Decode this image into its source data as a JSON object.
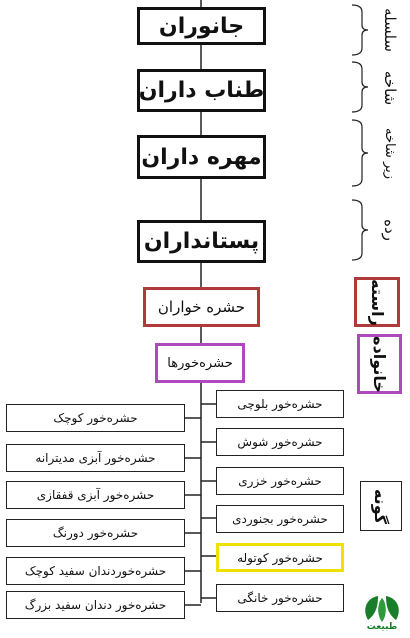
{
  "hierarchy": {
    "kingdom": "جانوران",
    "phylum": "طناب داران",
    "subphylum": "مهره داران",
    "class": "پستانداران",
    "order": "حشره خواران",
    "family": "حشره‌خورها"
  },
  "rank_labels": {
    "kingdom": "سلسله",
    "phylum": "شاخه",
    "subphylum": "زیر شاخه",
    "class": "رده",
    "order": "راسته",
    "family": "خانواده",
    "species": "گونه"
  },
  "species_right": [
    "حشره‌خور بلوچی",
    "حشره‌خور شوش",
    "حشره‌خور خزری",
    "حشره‌خور بجنوردی",
    "حشره‌خور کوتوله",
    "حشره‌خور خانگی"
  ],
  "species_left": [
    "حشره‌خور کوچک",
    "حشره‌خور آبزی مدیترانه",
    "حشره‌خور آبزی قفقازی",
    "حشره‌خور دورنگ",
    "حشره‌خوردندان سفید کوچک",
    "حشره‌خور دندان سفید بزرگ"
  ],
  "logo": {
    "text": "طبیعت"
  },
  "colors": {
    "order_border": "#b03a3a",
    "family_border": "#b048c0",
    "highlight_border": "#f0e000",
    "logo_green": "#1a7d2a"
  }
}
